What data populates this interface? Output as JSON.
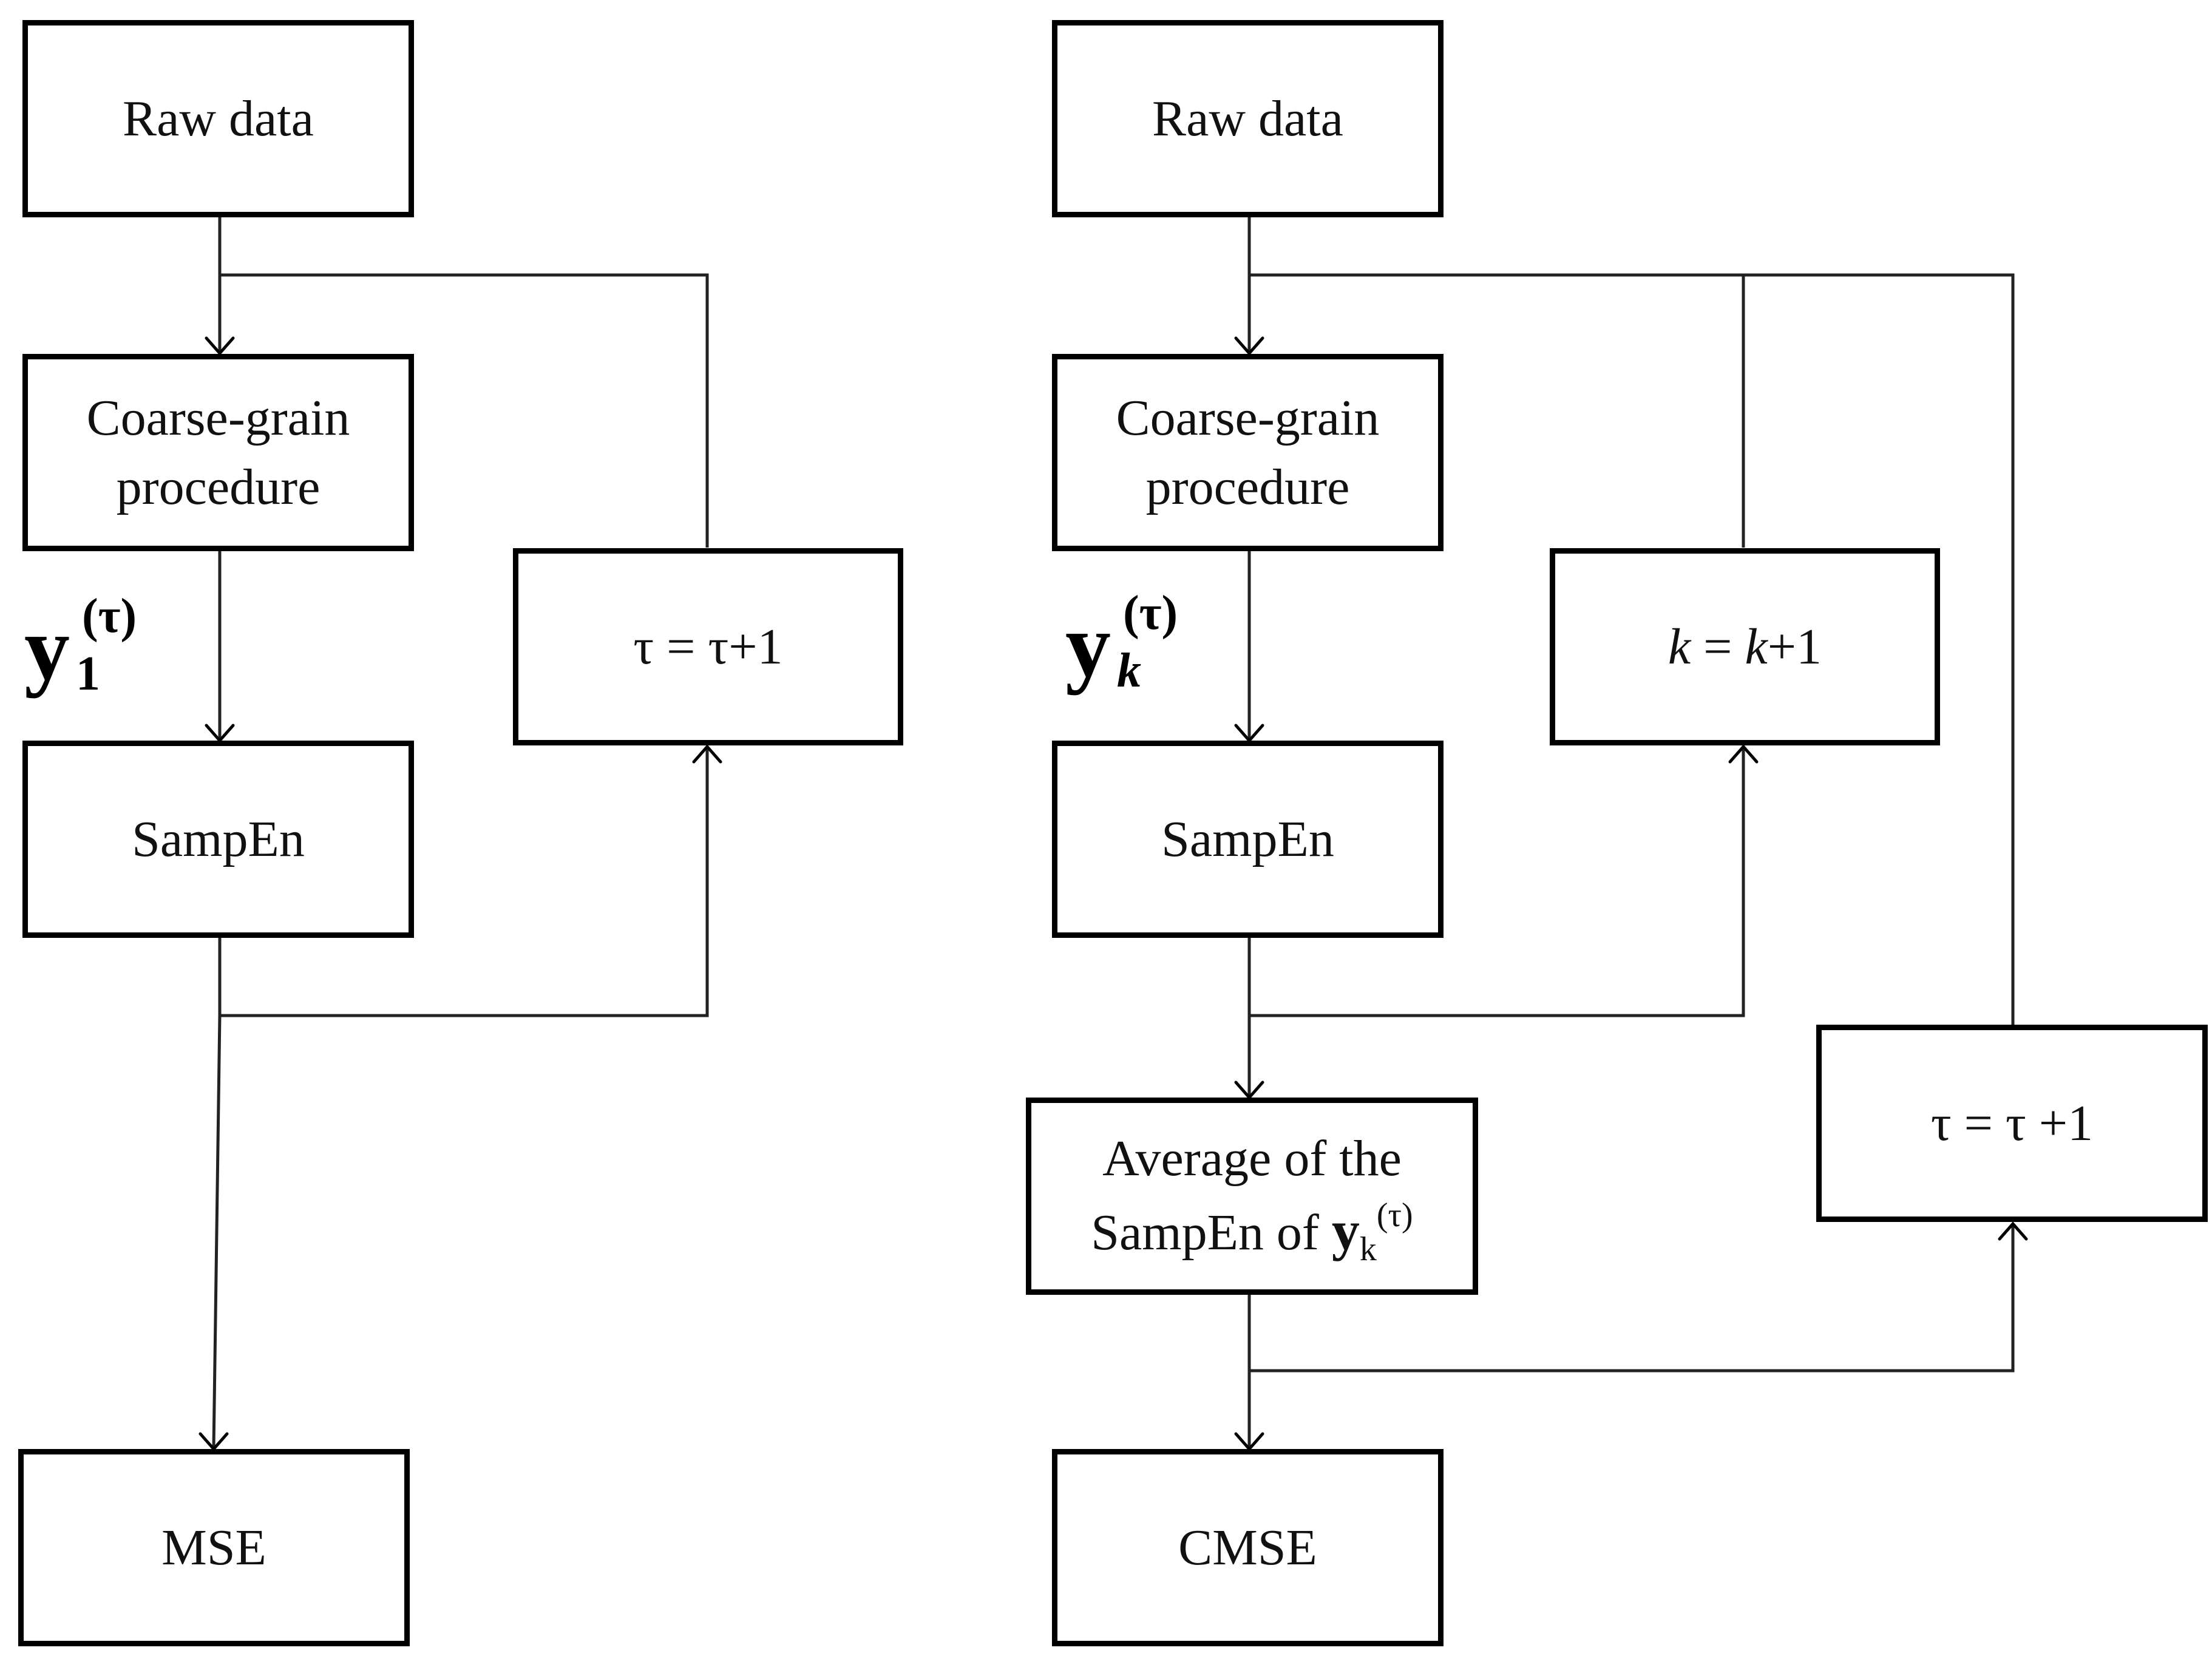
{
  "left": {
    "raw": "Raw data",
    "coarse_line1": "Coarse-grain",
    "coarse_line2": "procedure",
    "sampen": "SampEn",
    "tau_update": "τ =  τ+1",
    "result": "MSE",
    "y_base": "y",
    "y_sub": "1",
    "y_sup": "(τ)"
  },
  "right": {
    "raw": "Raw data",
    "coarse_line1": "Coarse-grain",
    "coarse_line2": "procedure",
    "sampen": "SampEn",
    "k_lhs": "k",
    "k_eq": " = ",
    "k_rhs_var": "k",
    "k_rhs_inc": "+1",
    "tau_update": "τ = τ +1",
    "avg_line1": "Average of the",
    "avg_line2_text": "SampEn of ",
    "avg_line2_y": "y",
    "avg_line2_sub": "k",
    "avg_line2_sup": "(τ)",
    "result": "CMSE",
    "y_base": "y",
    "y_sub": "k",
    "y_sup": "(τ)"
  }
}
